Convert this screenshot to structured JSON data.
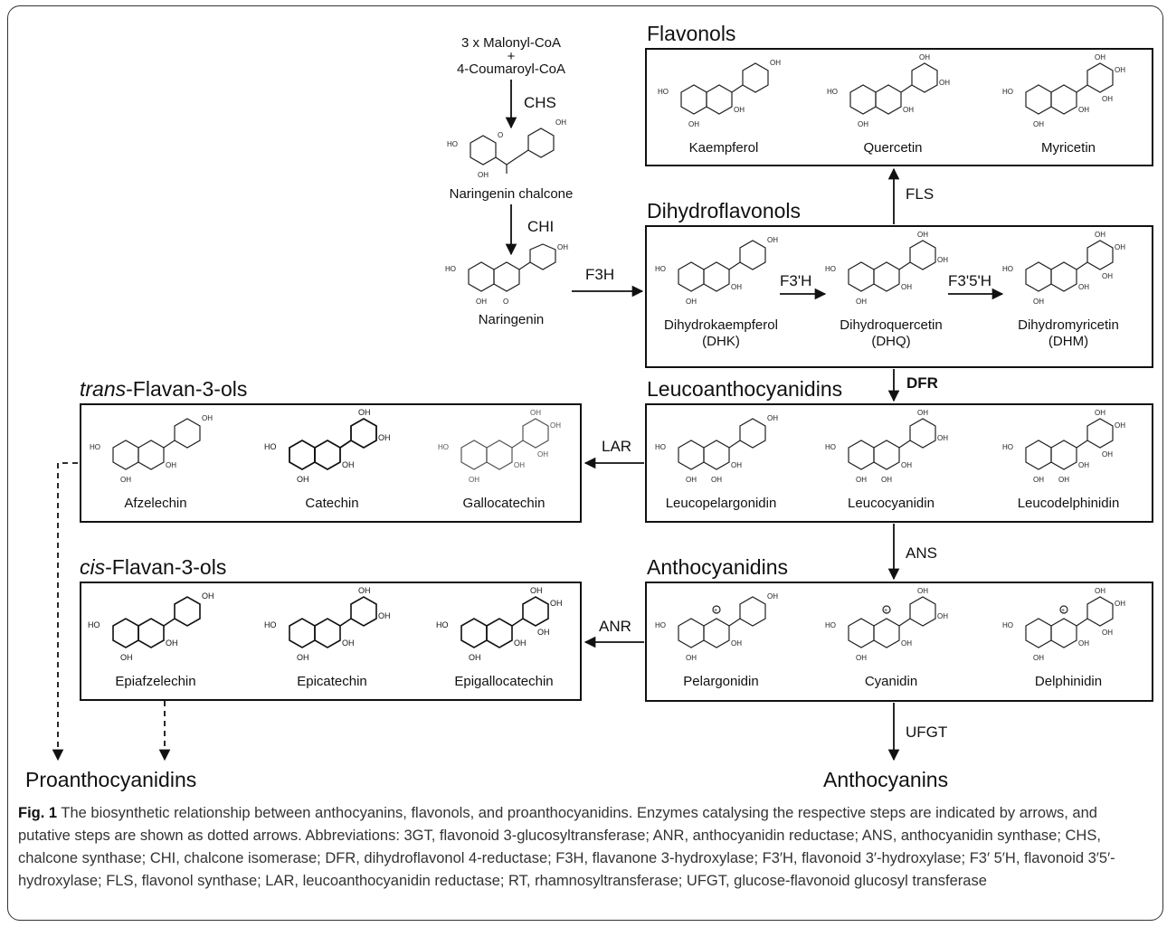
{
  "sections": {
    "flavonols": "Flavonols",
    "dihydroflavonols": "Dihydroflavonols",
    "leucoanthocyanidins": "Leucoanthocyanidins",
    "anthocyanidins": "Anthocyanidins",
    "trans_prefix": "trans",
    "trans_suffix": "-Flavan-3-ols",
    "cis_prefix": "cis",
    "cis_suffix": "-Flavan-3-ols"
  },
  "precursors": {
    "malonyl": "3 x Malonyl-CoA",
    "plus": "+",
    "coumaroyl": "4-Coumaroyl-CoA",
    "chalcone": "Naringenin chalcone",
    "naringenin": "Naringenin"
  },
  "enzymes": {
    "chs": "CHS",
    "chi": "CHI",
    "f3h": "F3H",
    "f3ph": "F3'H",
    "f35h": "F3'5'H",
    "fls": "FLS",
    "dfr": "DFR",
    "lar": "LAR",
    "ans": "ANS",
    "anr": "ANR",
    "ufgt": "UFGT"
  },
  "compounds": {
    "flavonols": [
      "Kaempferol",
      "Quercetin",
      "Myricetin"
    ],
    "dihydroflavonols": [
      {
        "name": "Dihydrokaempferol",
        "abbr": "(DHK)"
      },
      {
        "name": "Dihydroquercetin",
        "abbr": "(DHQ)"
      },
      {
        "name": "Dihydromyricetin",
        "abbr": "(DHM)"
      }
    ],
    "leucoanthocyanidins": [
      "Leucopelargonidin",
      "Leucocyanidin",
      "Leucodelphinidin"
    ],
    "trans_flavan3ols": [
      "Afzelechin",
      "Catechin",
      "Gallocatechin"
    ],
    "cis_flavan3ols": [
      "Epiafzelechin",
      "Epicatechin",
      "Epigallocatechin"
    ],
    "anthocyanidins": [
      "Pelargonidin",
      "Cyanidin",
      "Delphinidin"
    ]
  },
  "products": {
    "proanthocyanidins": "Proanthocyanidins",
    "anthocyanins": "Anthocyanins"
  },
  "atom_labels": {
    "oh": "OH",
    "ho": "HO",
    "o": "O",
    "plus": "+"
  },
  "caption": {
    "fig_label": "Fig. 1",
    "text": "The biosynthetic relationship between anthocyanins, flavonols, and proanthocyanidins. Enzymes catalysing the respective steps are indicated by arrows, and putative steps are shown as dotted arrows. Abbreviations: 3GT, flavonoid 3-glucosyltransferase; ANR, anthocyanidin reductase; ANS, anthocyanidin synthase; CHS, chalcone synthase; CHI, chalcone isomerase; DFR, dihydroflavonol 4-reductase; F3H, flavanone 3-hydroxylase; F3′H, flavonoid 3′-hydroxylase; F3′ 5′H, flavonoid 3′5′-hydroxylase; FLS, flavonol synthase; LAR, leucoanthocyanidin reductase; RT, rhamnosyltransferase; UFGT, glucose-flavonoid glucosyl transferase"
  }
}
